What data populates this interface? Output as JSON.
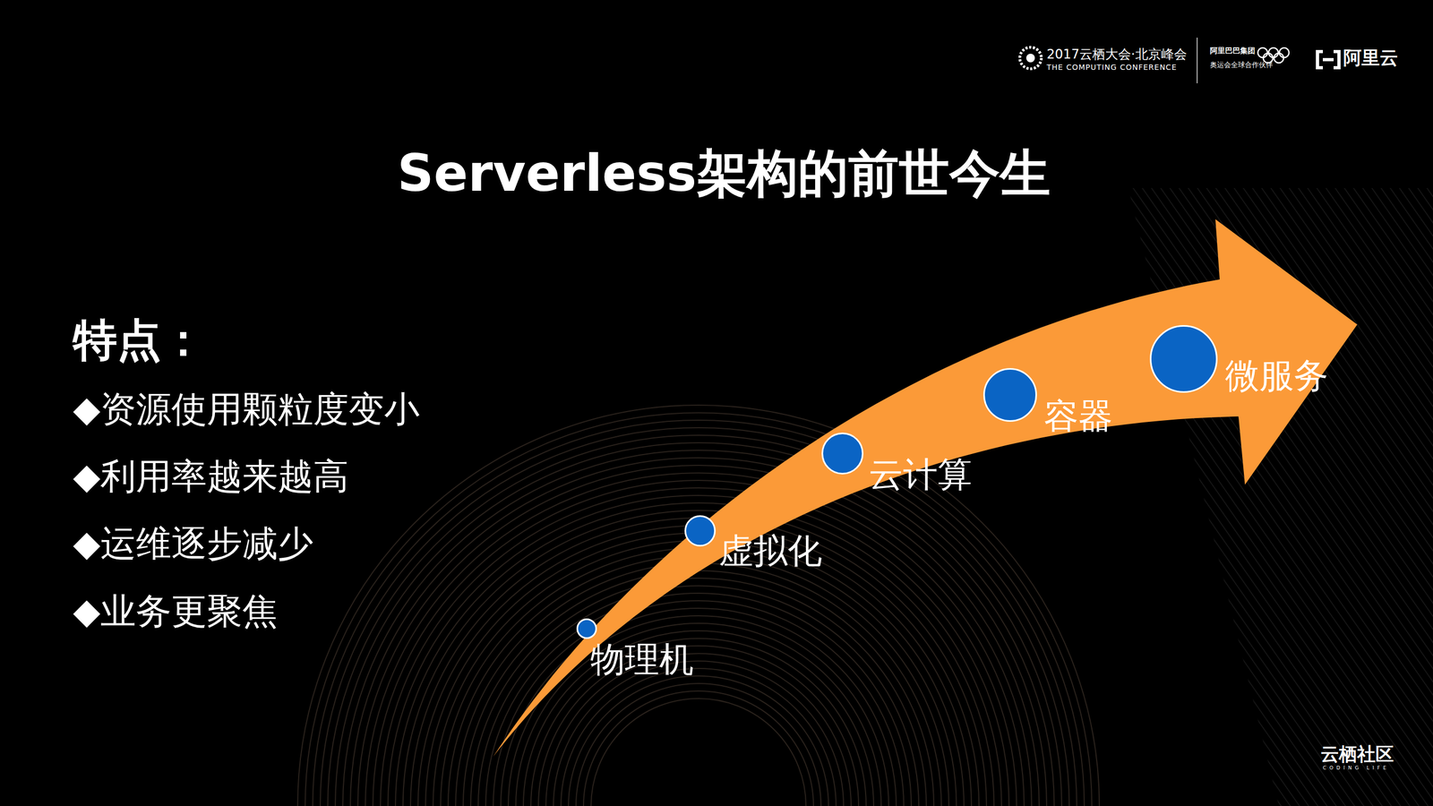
{
  "diagram": {
    "title": "Serverless架构的前世今生",
    "nodes": [
      {
        "text": [
          "物理机"
        ]
      },
      {
        "text": [
          "虚拟化"
        ]
      },
      {
        "text": [
          "云计算"
        ]
      },
      {
        "text": [
          "容器"
        ]
      },
      {
        "text": [
          "微服务"
        ]
      }
    ],
    "labels": [
      "特点：",
      "◆资源使用颗粒度变小",
      "◆利用率越来越高",
      "◆运维逐步减少",
      "◆业务更聚焦",
      "2017云栖大会·北京峰会",
      "THE COMPUTING CONFERENCE",
      "阿里巴巴集团",
      "奥运会全球合作伙伴",
      "阿里云",
      "云栖社区",
      "CODING LIFE"
    ]
  }
}
